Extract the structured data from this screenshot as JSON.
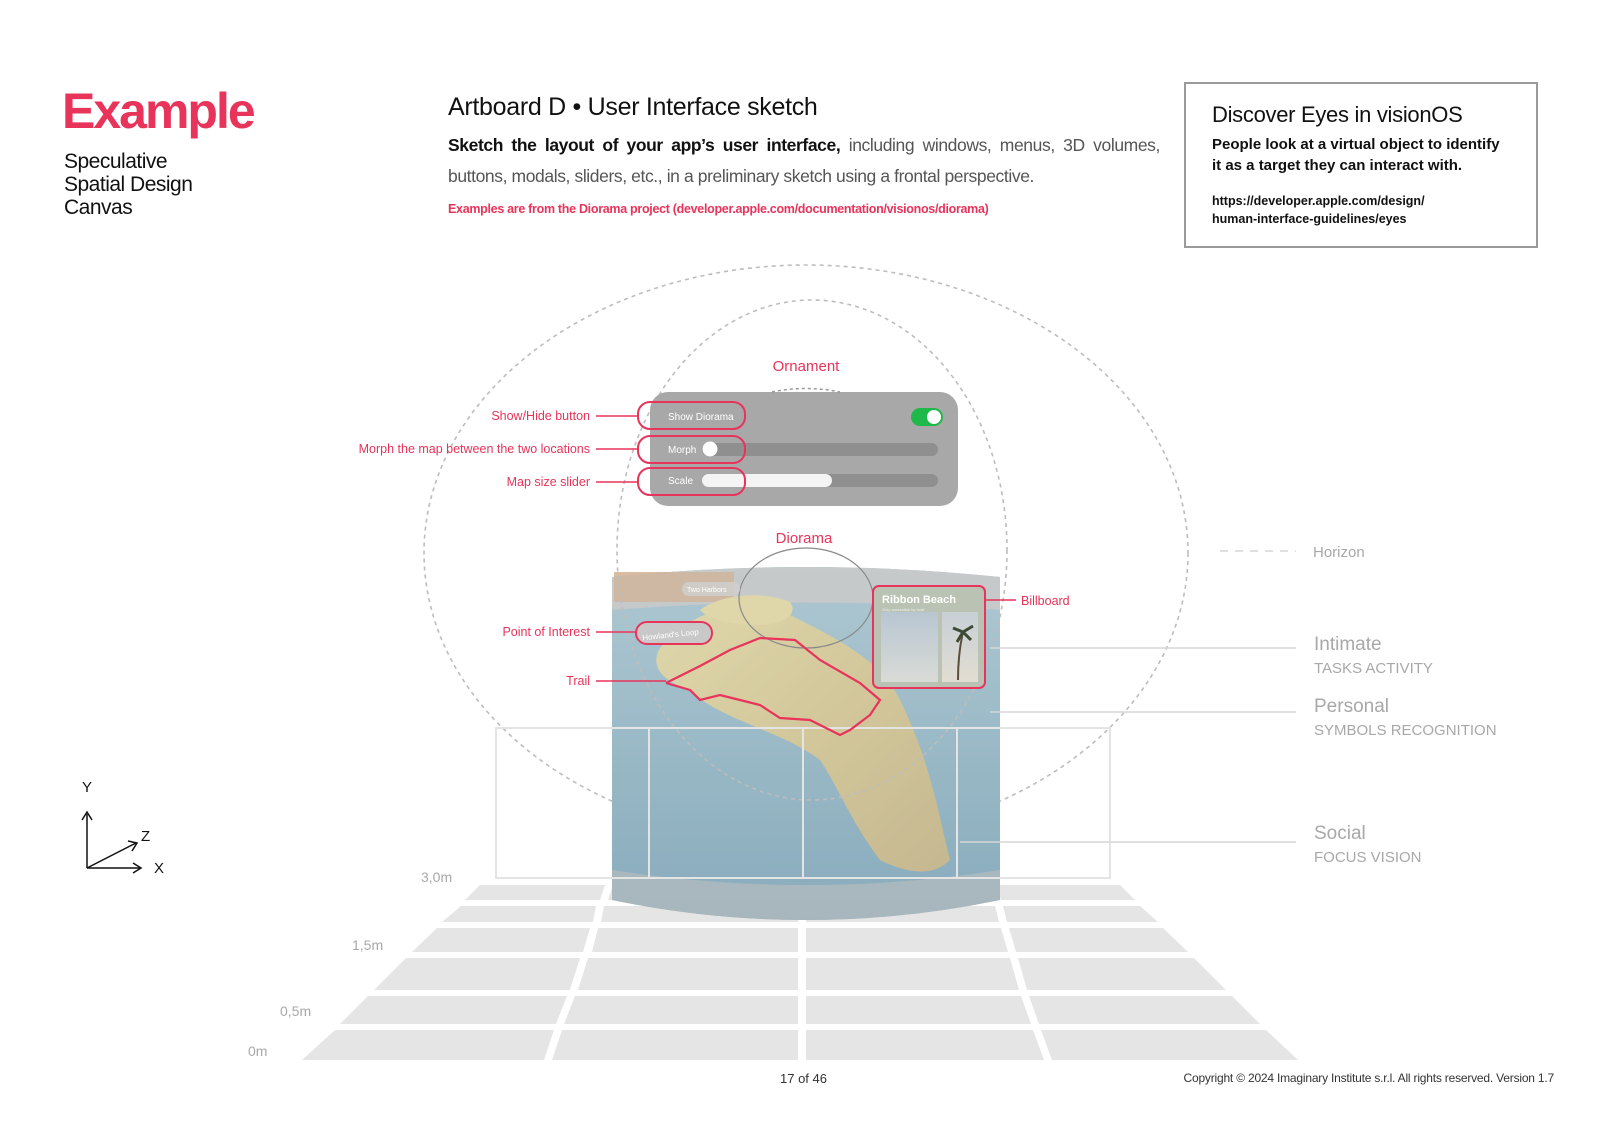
{
  "brand": {
    "title": "Example",
    "subtitle": [
      "Speculative",
      "Spatial Design",
      "Canvas"
    ]
  },
  "artboard": {
    "title": "Artboard D • User Interface sketch",
    "description_bold": "Sketch the layout of your app’s user interface,",
    "description_rest": " including windows, menus, 3D volumes, buttons, modals, sliders, etc., in a preliminary sketch using a frontal perspective.",
    "note": "Examples are from the Diorama project (developer.apple.com/documentation/visionos/diorama)"
  },
  "info_box": {
    "title": "Discover Eyes in visionOS",
    "text": "People look at a virtual object to identify it as a target they can interact with.",
    "link_line1": "https://developer.apple.com/design/",
    "link_line2": "human-interface-guidelines/eyes"
  },
  "sketch": {
    "ornament_label": "Ornament",
    "diorama_label": "Diorama",
    "panel": {
      "show_label": "Show Diorama",
      "morph_label": "Morph",
      "scale_label": "Scale",
      "toggle_on": true,
      "morph_value": 0,
      "scale_value": 0.55
    },
    "callouts": {
      "show_hide": "Show/Hide button",
      "morph": "Morph the map between the two locations",
      "map_size": "Map size slider",
      "billboard": "Billboard",
      "poi": "Point of Interest",
      "trail": "Trail"
    },
    "map": {
      "place_two_harbors": "Two Harbors",
      "place_howland": "Howland's Loop",
      "billboard_title": "Ribbon Beach",
      "billboard_subtitle": "Only accessible by boat"
    },
    "zones": {
      "horizon": "Horizon",
      "intimate": "Intimate",
      "intimate_sub": "TASKS ACTIVITY",
      "personal": "Personal",
      "personal_sub": "SYMBOLS RECOGNITION",
      "social": "Social",
      "social_sub": "FOCUS VISION"
    },
    "distances": [
      "3,0m",
      "1,5m",
      "0,5m",
      "0m"
    ],
    "axes": {
      "x": "X",
      "y": "Y",
      "z": "Z"
    },
    "colors": {
      "accent": "#e8345b",
      "toggle": "#1fb84a",
      "guide": "#c8c8c8"
    }
  },
  "footer": {
    "page": "17 of 46",
    "copyright": "Copyright © 2024 Imaginary Institute s.r.l. All rights reserved. Version 1.7"
  }
}
